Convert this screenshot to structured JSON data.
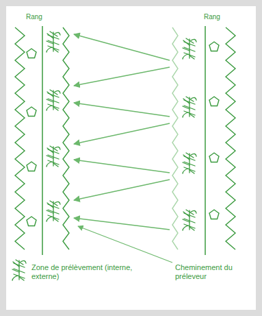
{
  "diagram": {
    "labels": [
      "Rang",
      "Rang",
      "Cheminement du préleveur"
    ],
    "legend": [
      {
        "text": "Zone de prélèvement (interne, externe)"
      }
    ]
  }
}
